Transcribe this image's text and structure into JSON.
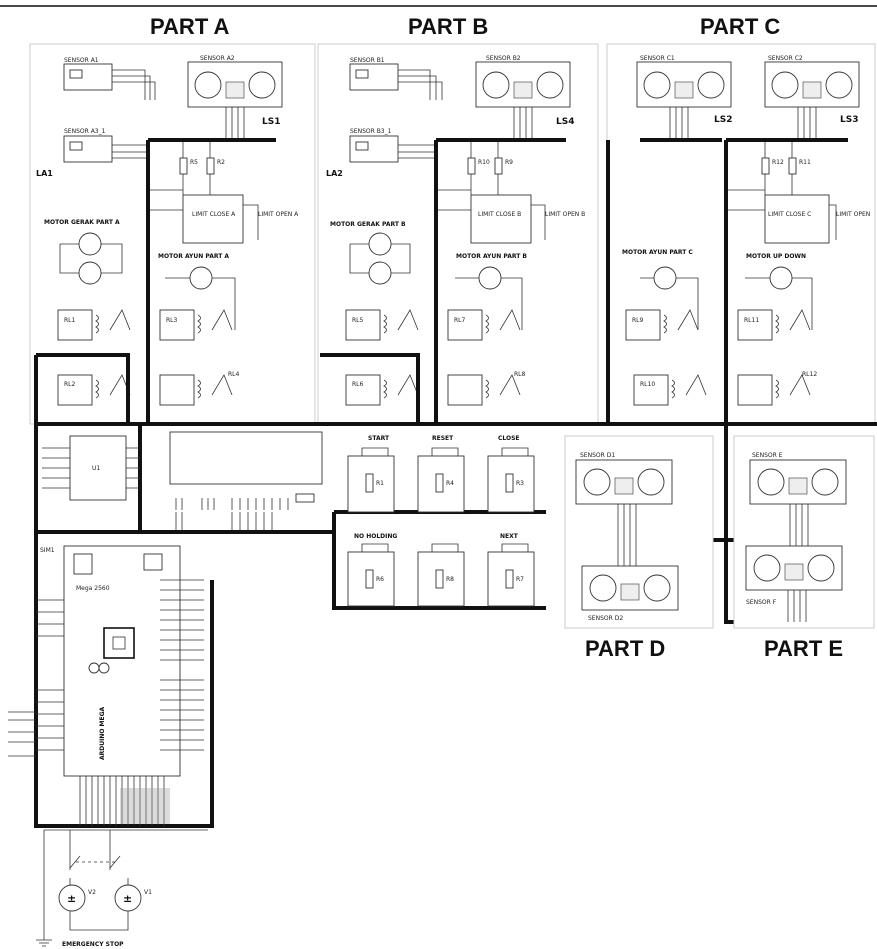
{
  "parts": {
    "a": "PART A",
    "b": "PART B",
    "c": "PART C",
    "d": "PART D",
    "e": "PART E"
  },
  "part_a": {
    "sensor_a1": "SENSOR A1",
    "sensor_a2": "SENSOR A2",
    "sensor_a3": "SENSOR A3_1",
    "ls": "LS1",
    "la": "LA1",
    "r5": "R5",
    "r2": "R2",
    "limit_close": "LIMIT CLOSE A",
    "limit_open": "LIMIT OPEN A",
    "motor_gerak": "MOTOR GERAK PART A",
    "motor_ayun": "MOTOR AYUN PART A",
    "rl1": "RL1",
    "rl3": "RL3",
    "rl2": "RL2",
    "rl4": "RL4"
  },
  "part_b": {
    "sensor_b1": "SENSOR B1",
    "sensor_b2": "SENSOR B2",
    "sensor_b3": "SENSOR B3_1",
    "ls": "LS4",
    "la": "LA2",
    "r10": "R10",
    "r9": "R9",
    "limit_close": "LIMIT CLOSE B",
    "limit_open": "LIMIT OPEN B",
    "motor_gerak": "MOTOR GERAK PART B",
    "motor_ayun": "MOTOR AYUN PART B",
    "rl5": "RL5",
    "rl7": "RL7",
    "rl6": "RL6",
    "rl8": "RL8"
  },
  "part_c": {
    "sensor_c1": "SENSOR C1",
    "sensor_c2": "SENSOR C2",
    "ls2": "LS2",
    "ls3": "LS3",
    "r12": "R12",
    "r11": "R11",
    "limit_close": "LIMIT CLOSE C",
    "limit_open": "LIMIT OPEN",
    "motor_ayun": "MOTOR AYUN PART C",
    "motor_updown": "MOTOR UP DOWN",
    "rl9": "RL9",
    "rl11": "RL11",
    "rl10": "RL10",
    "rl12": "RL12"
  },
  "buttons": {
    "start": "START",
    "reset": "RESET",
    "close": "CLOSE",
    "noholding": "NO HOLDING",
    "next": "NEXT",
    "r1": "R1",
    "r4": "R4",
    "r3": "R3",
    "r6": "R6",
    "r8": "R8",
    "r7": "R7"
  },
  "part_d": {
    "sensor_d1": "SENSOR D1",
    "sensor_d2": "SENSOR D2"
  },
  "part_e": {
    "sensor_e": "SENSOR E",
    "sensor_f": "SENSOR F"
  },
  "controller": {
    "sim": "SIM1",
    "u1": "U1",
    "mcu_label": "ARDUINO MEGA",
    "board_text": "Mega 2560"
  },
  "power": {
    "v2": "V2",
    "v1": "V1",
    "estop": "EMERGENCY STOP"
  }
}
